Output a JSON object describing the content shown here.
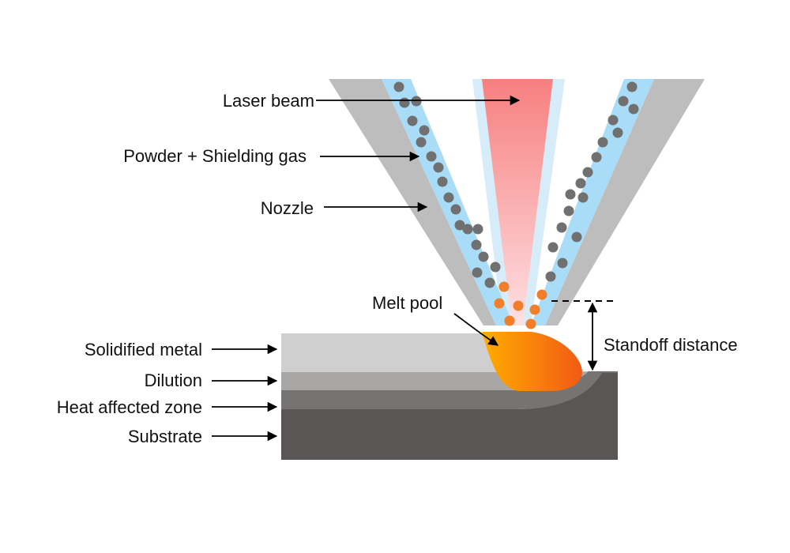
{
  "labels": {
    "laser_beam": "Laser beam",
    "powder_gas": "Powder + Shielding gas",
    "nozzle": "Nozzle",
    "melt_pool": "Melt pool",
    "solidified_metal": "Solidified metal",
    "dilution": "Dilution",
    "heat_affected_zone": "Heat affected zone",
    "substrate": "Substrate",
    "standoff_distance": "Standoff distance"
  },
  "colors": {
    "nozzle": "#bdbdbd",
    "powder_stream": "#a9dcf7",
    "gap": "#d6ecf8",
    "laser_top": "#f77f7f",
    "laser_bottom": "#fde0e3",
    "powder_particle": "#707070",
    "molten_particle": "#f07e2b",
    "melt_pool_light": "#ffad00",
    "melt_pool_dark": "#f25a14",
    "solidified_metal": "#cfcfcf",
    "dilution": "#a9a6a6",
    "heat_affected_zone": "#767373",
    "substrate": "#5a5656",
    "arrow": "#000000"
  }
}
